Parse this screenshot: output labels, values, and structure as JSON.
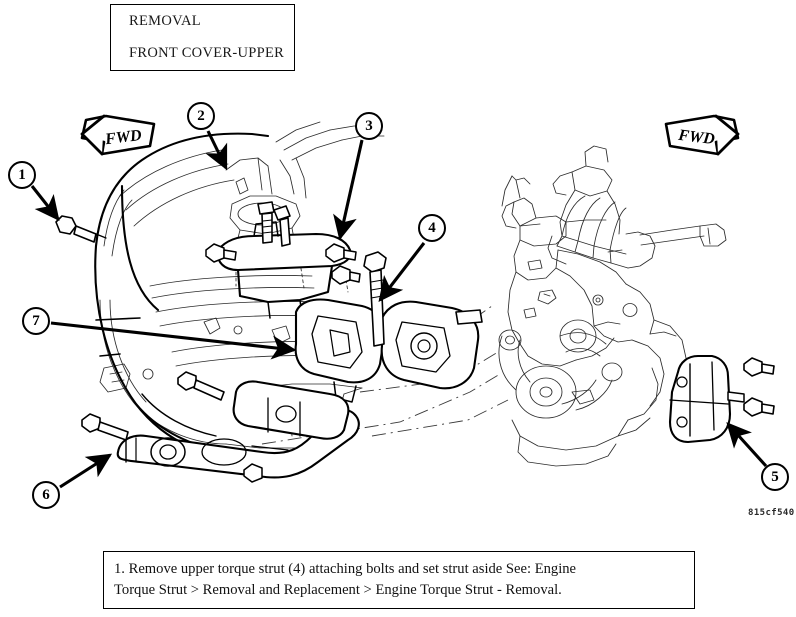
{
  "figure": {
    "title_box": {
      "line1": "REMOVAL",
      "line2": "FRONT COVER-UPPER"
    },
    "figure_code": "815cf540",
    "caption": {
      "line1": "1. Remove upper torque strut (4) attaching bolts and set strut aside  See: Engine",
      "line2": "Torque Strut > Removal and Replacement > Engine Torque Strut - Removal."
    },
    "direction_indicators": [
      {
        "name": "fwd-arrow-left",
        "label": "FWD",
        "direction": "left"
      },
      {
        "name": "fwd-arrow-right",
        "label": "FWD",
        "direction": "right"
      }
    ],
    "callouts": [
      {
        "number": "1",
        "name": "callout-1",
        "refers_to": "upper-mount-through-bolt"
      },
      {
        "number": "2",
        "name": "callout-2",
        "refers_to": "fender-inner-structure"
      },
      {
        "number": "3",
        "name": "callout-3",
        "refers_to": "upper-mount-bracket"
      },
      {
        "number": "4",
        "name": "callout-4",
        "refers_to": "upper-torque-strut-mount"
      },
      {
        "number": "5",
        "name": "callout-5",
        "refers_to": "engine-side-bracket"
      },
      {
        "number": "6",
        "name": "callout-6",
        "refers_to": "lower-torque-strut"
      },
      {
        "number": "7",
        "name": "callout-7",
        "refers_to": "engine-mount-isolator"
      }
    ]
  }
}
